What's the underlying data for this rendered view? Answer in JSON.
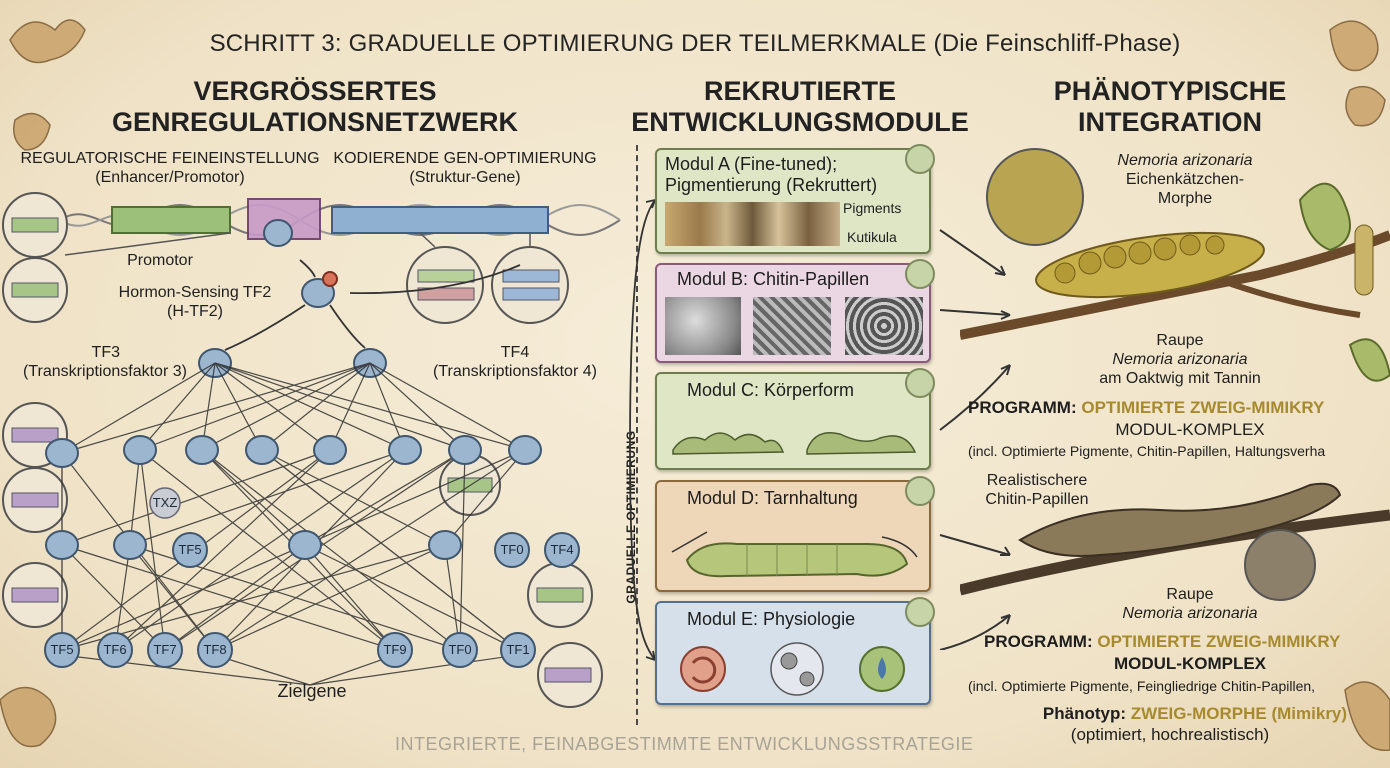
{
  "title": {
    "main": "SCHRITT 3: GRADUELLE OPTIMIERUNG DER TEILMERKMALE",
    "sub": "(Die Feinschliff-Phase)"
  },
  "columns": {
    "left": [
      "VERGRÖSSERTES",
      "GENREGULATIONSNETZWERK"
    ],
    "middle": [
      "REKRUTIERTE",
      "ENTWICKLUNGSMODULE"
    ],
    "right": [
      "PHÄNOTYPISCHE",
      "INTEGRATION"
    ]
  },
  "network": {
    "reg_title": "REGULATORISCHE FEINEINSTELLUNG",
    "reg_sub": "(Enhancer/Promotor)",
    "cod_title": "KODIERENDE GEN-OPTIMIERUNG",
    "cod_sub": "(Struktur-Gene)",
    "promotor": "Promotor",
    "tf2_line1": "Hormon-Sensing TF2",
    "tf2_line2": "(H-TF2)",
    "tf3_line1": "TF3",
    "tf3_line2": "(Transkriptionsfaktor 3)",
    "tf4_line1": "TF4",
    "tf4_line2": "(Transkriptionsfaktor 4)",
    "txz": "TXZ",
    "mid_labels": [
      "TF5",
      "TF0",
      "TF4"
    ],
    "bottom_labels": [
      "TF5",
      "TF6",
      "TF7",
      "TF8",
      "TF9",
      "TF0",
      "TF1"
    ],
    "zielgene": "Zielgene"
  },
  "modules": {
    "axis_label": "GRADUELLE OPTIMIERUNG",
    "a_line1": "Modul A (Fine-tuned);",
    "a_line2": "Pigmentierung (Rekruttert)",
    "a_pigments": "Pigments",
    "a_kutikula": "Kutikula",
    "b": "Modul B: Chitin-Papillen",
    "c": "Modul C: Körperform",
    "d": "Modul D: Tarnhaltung",
    "e": "Modul E: Physiologie"
  },
  "phenotype": {
    "top_species": "Nemoria arizonaria",
    "top_morph1": "Eichenkätzchen-",
    "top_morph2": "Morphe",
    "raupe1": "Raupe",
    "raupe1_species": "Nemoria arizonaria",
    "raupe1_loc": "am Oaktwig mit Tannin",
    "prog_label": "PROGRAMM:",
    "prog_value": "OPTIMIERTE ZWEIG-MIMIKRY",
    "complex": "MODUL-KOMPLEX",
    "incl1": "(incl. Optimierte Pigmente, Chitin-Papillen, Haltungsverha",
    "papillen1": "Realistischere",
    "papillen2": "Chitin-Papillen",
    "raupe2": "Raupe",
    "raupe2_species": "Nemoria arizonaria",
    "prog2_label": "PROGRAMM:",
    "prog2_value": "OPTIMIERTE ZWEIG-MIMIKRY",
    "complex2": "MODUL-KOMPLEX",
    "incl2": "(incl. Optimierte Pigmente, Feingliedrige Chitin-Papillen,",
    "pheno_label": "Phänotyp:",
    "pheno_value": "ZWEIG-MORPHE (Mimikry)",
    "pheno_sub": "(optimiert, hochrealistisch)"
  },
  "footer": "INTEGRIERTE, FEINABGESTIMMTE ENTWICKLUNGSSTRATEGIE",
  "colors": {
    "tf_fill": "#9cb6cf",
    "gold_accent": "#a88a2e",
    "module_green": "#dce4c4",
    "module_pink": "#ead8e3",
    "module_orange": "#efd9bc",
    "module_blue": "#d6e0ea"
  }
}
